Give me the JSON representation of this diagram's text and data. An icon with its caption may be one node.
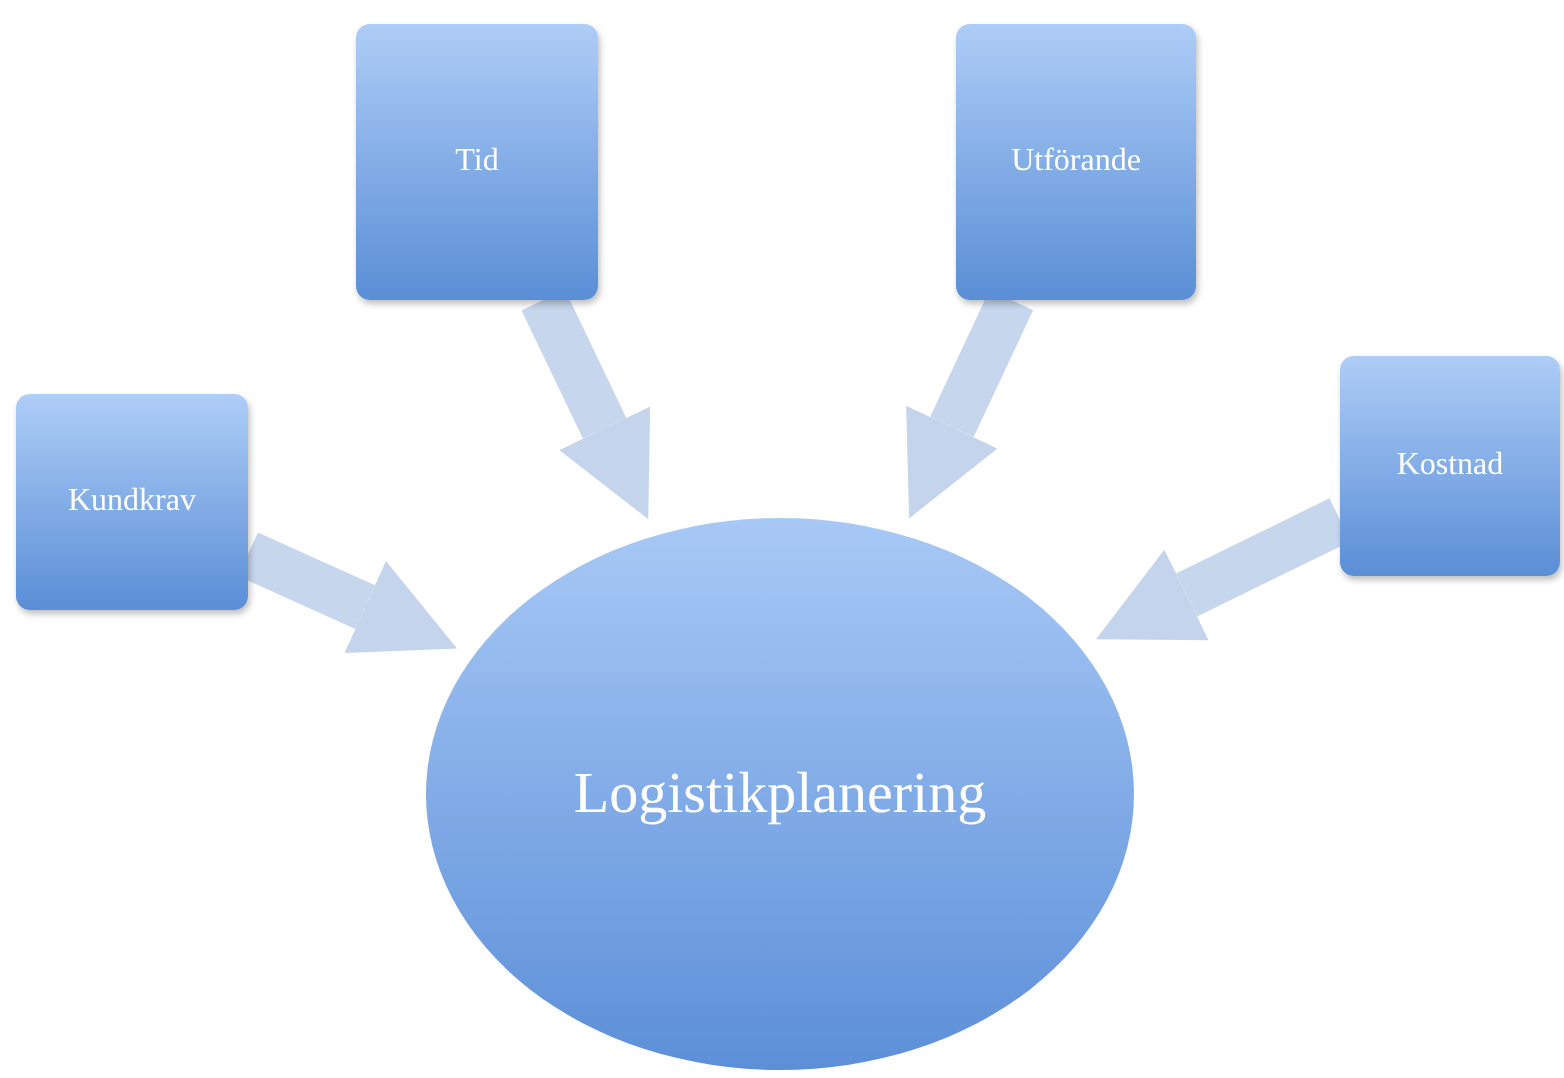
{
  "diagram": {
    "nodes": [
      {
        "text": [
          "Kundkrav"
        ]
      },
      {
        "text": [
          "Tid"
        ]
      },
      {
        "text": [
          "Utförande"
        ]
      },
      {
        "text": [
          "Kostnad"
        ]
      },
      {
        "text": [
          "Logistikplanering"
        ]
      }
    ],
    "edges": [
      {
        "from": 0,
        "to": 4,
        "arrow": "to"
      },
      {
        "from": 1,
        "to": 4,
        "arrow": "to"
      },
      {
        "from": 2,
        "to": 4,
        "arrow": "to"
      },
      {
        "from": 3,
        "to": 4,
        "arrow": "to"
      }
    ]
  }
}
